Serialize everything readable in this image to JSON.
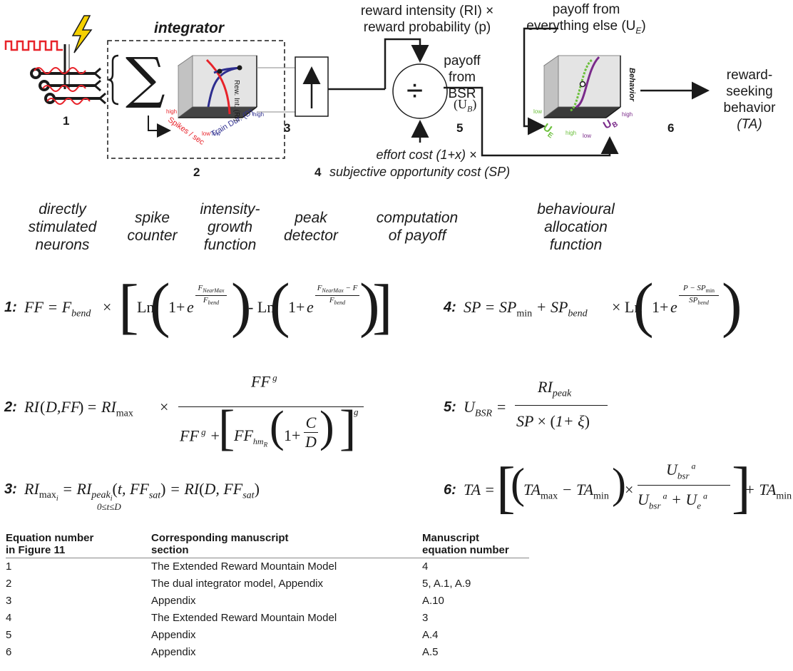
{
  "diagram": {
    "integrator_title": "integrator",
    "stage_numbers": [
      "1",
      "2",
      "3",
      "4",
      "5",
      "6"
    ],
    "reward_intensity_line1": "reward intensity (RI) ×",
    "reward_intensity_line2": "reward probability (p)",
    "payoff_bsr_line1": "payoff from",
    "payoff_bsr_line2": "BSR",
    "payoff_bsr_symbol": "(U",
    "payoff_bsr_sub": "B",
    "payoff_else_line1": "payoff from",
    "payoff_else_line2": "everything else (U",
    "payoff_else_sub": "E",
    "effort_cost": "effort cost (1+x) ×",
    "opportunity_cost": "subjective opportunity cost (SP)",
    "reward_seeking_line1": "reward-",
    "reward_seeking_line2": "seeking",
    "reward_seeking_line3": "behavior",
    "reward_seeking_line4": "(TA)",
    "sigma_symbol": "∑",
    "divide_symbol": "÷",
    "integrator_axes": {
      "rew_int": "Rew. Int. (RI)",
      "spikes": "Spikes / sec",
      "train_dur": "Train Dur. (D)",
      "high": "high",
      "low": "low"
    },
    "allocation_axes": {
      "behavior": "Behavior",
      "ue": "U",
      "ue_sub": "E",
      "ub": "U",
      "ub_sub": "B",
      "high": "high",
      "low": "low"
    },
    "colors": {
      "red": "#e8232a",
      "blue": "#2e2e8f",
      "green": "#6abf3a",
      "purple": "#7a2a8a"
    }
  },
  "stage_labels": [
    [
      "directly",
      "stimulated",
      "neurons"
    ],
    [
      "spike",
      "counter"
    ],
    [
      "intensity-",
      "growth",
      "function"
    ],
    [
      "peak",
      "detector"
    ],
    [
      "computation",
      "of payoff"
    ],
    [
      "behavioural",
      "allocation",
      "function"
    ]
  ],
  "equations": {
    "eq1_num": "1:",
    "eq2_num": "2:",
    "eq3_num": "3:",
    "eq4_num": "4:",
    "eq5_num": "5:",
    "eq6_num": "6:"
  },
  "table": {
    "headers": [
      [
        "Equation number",
        "in Figure 11"
      ],
      [
        "Corresponding manuscript",
        "section"
      ],
      [
        "Manuscript",
        "equation number"
      ]
    ],
    "rows": [
      [
        "1",
        "The Extended Reward Mountain Model",
        "4"
      ],
      [
        "2",
        "The dual integrator model, Appendix",
        "5, A.1, A.9"
      ],
      [
        "3",
        "Appendix",
        "A.10"
      ],
      [
        "4",
        "The Extended Reward Mountain Model",
        "3"
      ],
      [
        "5",
        "Appendix",
        "A.4"
      ],
      [
        "6",
        "Appendix",
        "A.5"
      ]
    ]
  }
}
